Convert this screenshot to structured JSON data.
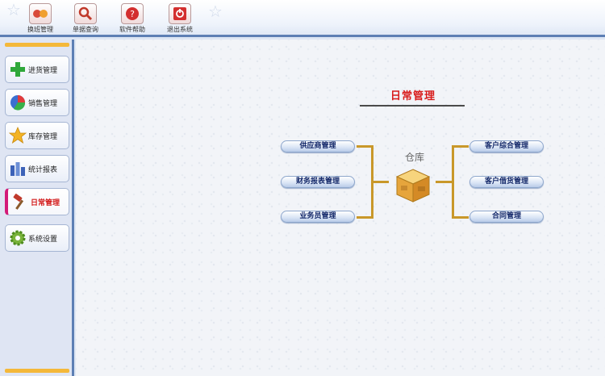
{
  "toolbar": {
    "items": [
      {
        "label": "换班管理",
        "icon": "swap-shift-icon"
      },
      {
        "label": "单据查询",
        "icon": "magnifier-icon"
      },
      {
        "label": "软件帮助",
        "icon": "help-icon"
      },
      {
        "label": "退出系统",
        "icon": "exit-icon"
      }
    ]
  },
  "sidebar": {
    "items": [
      {
        "label": "进货管理",
        "icon": "plus-icon"
      },
      {
        "label": "销售管理",
        "icon": "pie-icon"
      },
      {
        "label": "库存管理",
        "icon": "star-icon"
      },
      {
        "label": "统计报表",
        "icon": "bar-chart-icon"
      },
      {
        "label": "日常管理",
        "icon": "hammer-icon",
        "active": true
      },
      {
        "label": "系统设置",
        "icon": "gear-icon"
      }
    ]
  },
  "main": {
    "title": "日常管理",
    "center_label": "仓库",
    "left_items": [
      "供应商管理",
      "财务报表管理",
      "业务员管理"
    ],
    "right_items": [
      "客户综合管理",
      "客户借货管理",
      "合同管理"
    ]
  },
  "colors": {
    "accent": "#5d7fb4",
    "bracket": "#c9982a",
    "title": "#d81b1b",
    "active": "#d31b78"
  }
}
